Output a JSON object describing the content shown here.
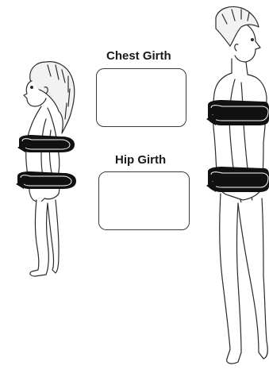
{
  "labels": {
    "chest": "Chest Girth",
    "hip": "Hip Girth"
  },
  "figures": {
    "child": "child-figure",
    "adult": "adult-male-figure"
  },
  "colors": {
    "line": "#2b2b2b",
    "band": "#111111",
    "background": "#ffffff"
  }
}
